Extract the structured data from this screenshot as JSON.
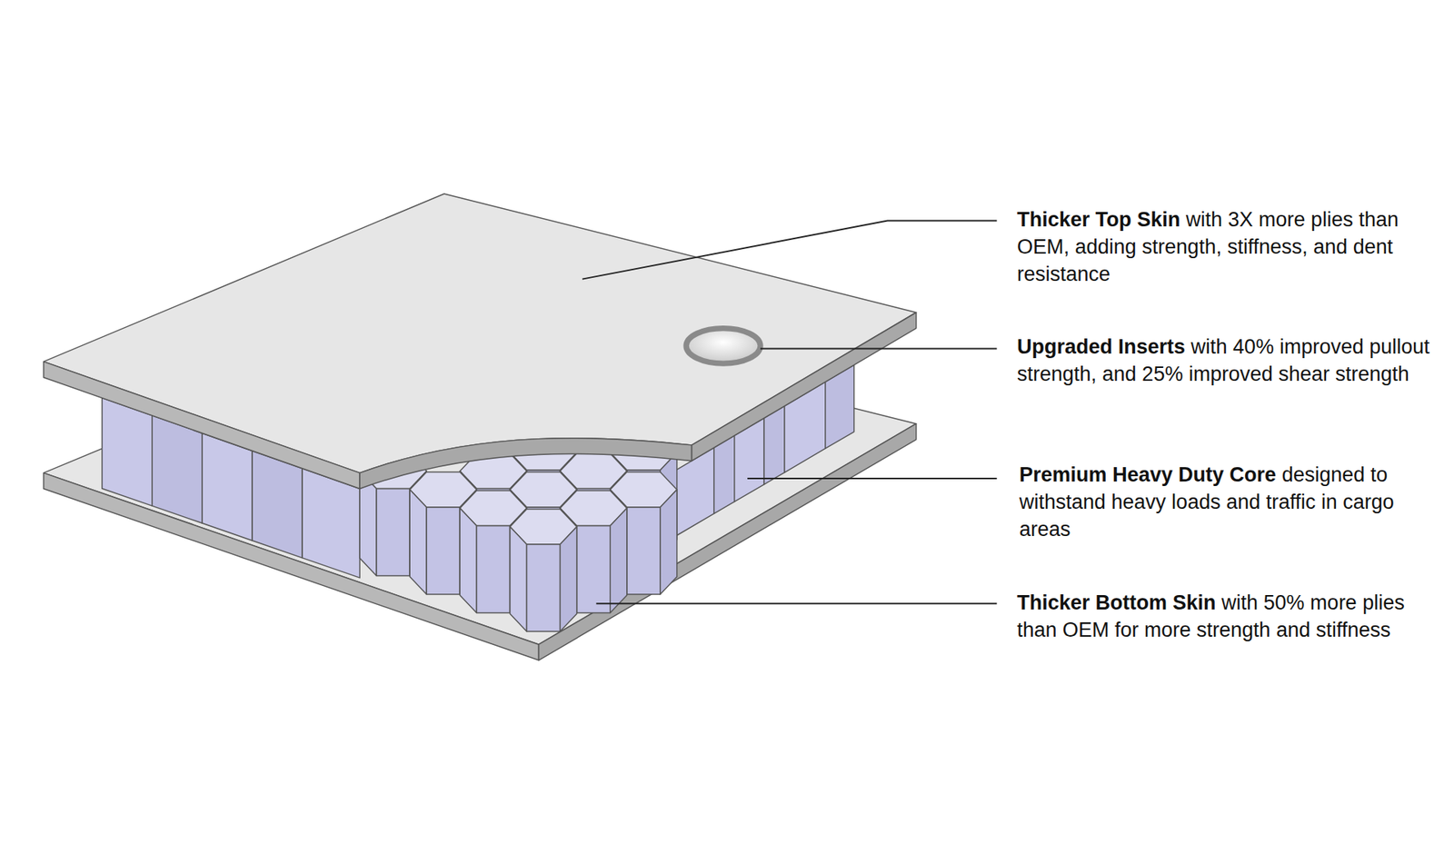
{
  "diagram": {
    "labels": [
      "Thicker Top Skin",
      "with 3X more plies than OEM, adding strength, stiffness, and dent resistance",
      "Upgraded Inserts",
      "with 40% improved pullout strength, and 25% improved shear strength",
      "Premium Heavy Duty Core",
      "designed to withstand heavy loads and traffic in cargo areas",
      "Thicker Bottom Skin",
      "with 50% more plies than OEM for more strength and stiffness"
    ]
  }
}
